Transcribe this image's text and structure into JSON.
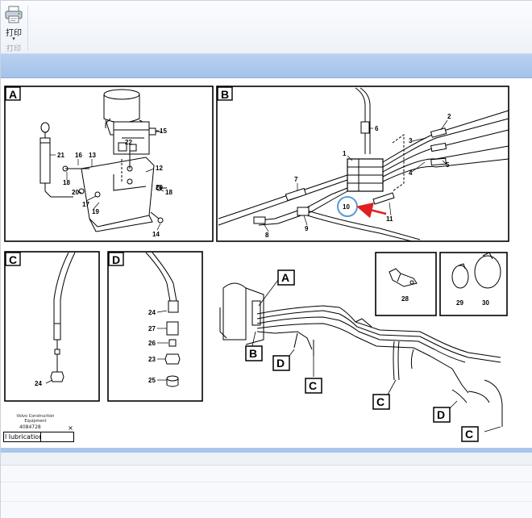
{
  "ribbon": {
    "print_label": "打印",
    "print_arrow": "▾",
    "group_label": "打印"
  },
  "drawing": {
    "org_line1": "Volvo Construction",
    "org_line2": "Equipment",
    "number": "4084728",
    "title_cell": "l lubrication",
    "close_glyph": "×",
    "panels": {
      "A": "A",
      "B": "B",
      "C": "C",
      "D": "D"
    },
    "callouts": {
      "n1": "1",
      "n2": "2",
      "n3": "3",
      "n4": "4",
      "n5": "5",
      "n6": "6",
      "n7": "7",
      "n8": "8",
      "n9": "9",
      "n10": "10",
      "n11": "11",
      "n12": "12",
      "n13": "13",
      "n14": "14",
      "n15": "15",
      "n16": "16",
      "n17": "17",
      "n18": "18",
      "n19": "19",
      "n20": "20",
      "n21": "21",
      "n22": "22",
      "n23": "23",
      "n24": "24",
      "n25": "25",
      "n26": "26",
      "n27": "27",
      "n28": "28",
      "n29": "29",
      "n30": "30"
    },
    "overview_labels": [
      "A",
      "B",
      "D",
      "C",
      "C",
      "D",
      "C"
    ]
  }
}
